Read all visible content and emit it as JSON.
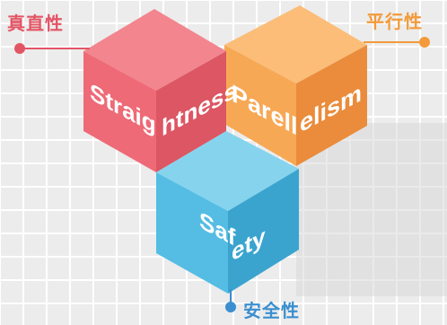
{
  "labels": {
    "straightness": {
      "jp": "真直性",
      "en_left": "Straig",
      "en_right": "htness",
      "color": "#e25565"
    },
    "parallelism": {
      "jp": "平行性",
      "en_left": "Parell",
      "en_right": "elism",
      "color": "#f39a3a"
    },
    "safety": {
      "jp": "安全性",
      "en_left": "Saf",
      "en_right": "ety",
      "color": "#3b8fd0"
    }
  },
  "colors": {
    "background": "#ececec",
    "grid_line": "#ffffff",
    "red_top": "#f2858e",
    "red_left": "#ee6a77",
    "red_right": "#dc5664",
    "orange_top": "#fbbd78",
    "orange_left": "#f7a855",
    "orange_right": "#ea8c3c",
    "blue_top": "#86d3ee",
    "blue_left": "#55bde3",
    "blue_right": "#3aa4cf"
  }
}
